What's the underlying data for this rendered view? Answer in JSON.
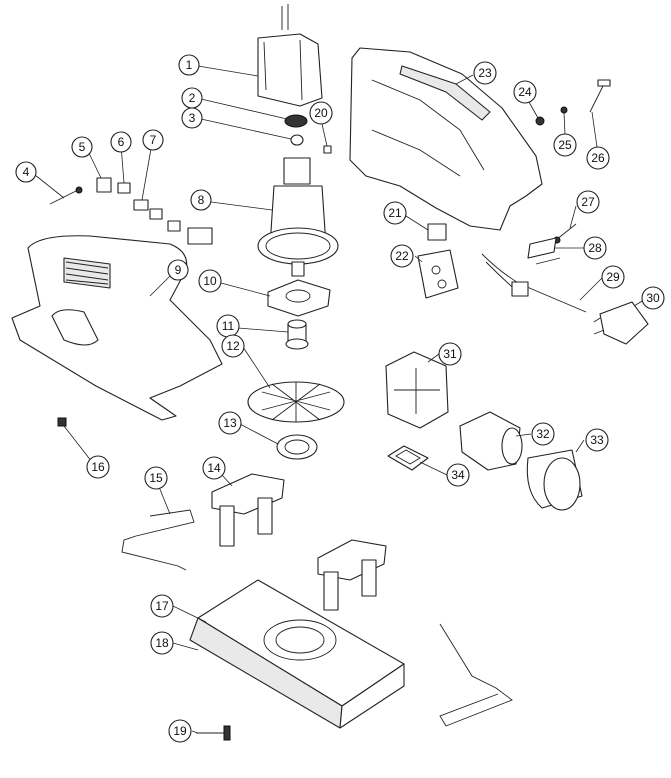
{
  "callouts": [
    {
      "id": "1"
    },
    {
      "id": "2"
    },
    {
      "id": "3"
    },
    {
      "id": "4"
    },
    {
      "id": "5"
    },
    {
      "id": "6"
    },
    {
      "id": "7"
    },
    {
      "id": "8"
    },
    {
      "id": "9"
    },
    {
      "id": "10"
    },
    {
      "id": "11"
    },
    {
      "id": "12"
    },
    {
      "id": "13"
    },
    {
      "id": "14"
    },
    {
      "id": "15"
    },
    {
      "id": "16"
    },
    {
      "id": "17"
    },
    {
      "id": "18"
    },
    {
      "id": "19"
    },
    {
      "id": "20"
    },
    {
      "id": "21"
    },
    {
      "id": "22"
    },
    {
      "id": "23"
    },
    {
      "id": "24"
    },
    {
      "id": "25"
    },
    {
      "id": "26"
    },
    {
      "id": "27"
    },
    {
      "id": "28"
    },
    {
      "id": "29"
    },
    {
      "id": "30"
    },
    {
      "id": "31"
    },
    {
      "id": "32"
    },
    {
      "id": "33"
    },
    {
      "id": "34"
    }
  ]
}
